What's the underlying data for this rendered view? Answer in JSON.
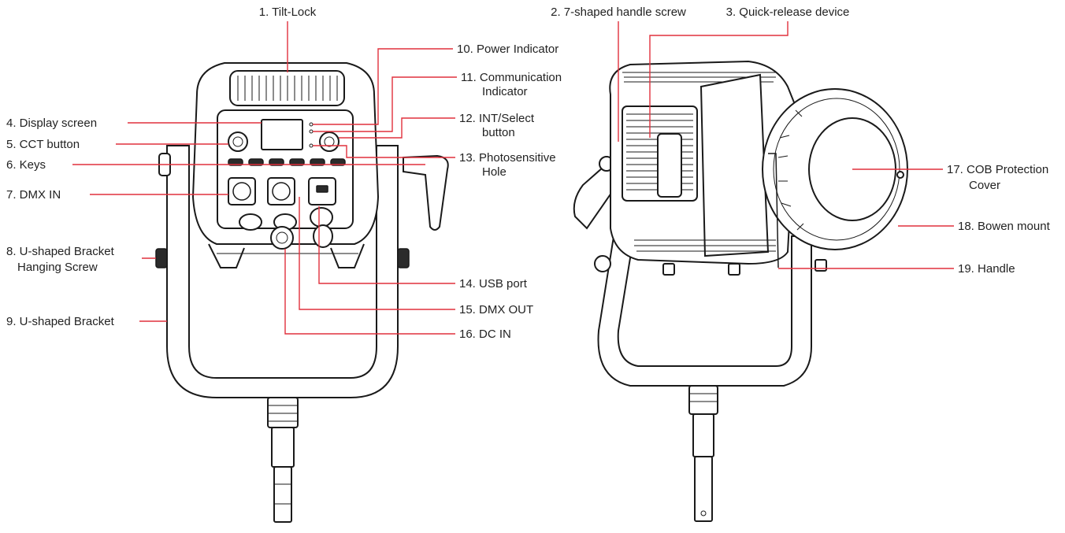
{
  "colors": {
    "leader": "#e0313d",
    "text": "#222222",
    "outline": "#1a1a1a"
  },
  "labels": {
    "l1": "1. Tilt-Lock",
    "l2": "2. 7-shaped handle screw",
    "l3": "3. Quick-release device",
    "l4": "4. Display screen",
    "l5": "5. CCT button",
    "l6": "6. Keys",
    "l7": "7. DMX IN",
    "l8a": "8. U-shaped Bracket",
    "l8b": "Hanging Screw",
    "l9": "9. U-shaped Bracket",
    "l10": "10. Power Indicator",
    "l11a": "11. Communication",
    "l11b": "Indicator",
    "l12a": "12. INT/Select",
    "l12b": "button",
    "l13a": "13. Photosensitive",
    "l13b": "Hole",
    "l14": "14. USB port",
    "l15": "15. DMX OUT",
    "l16": "16. DC IN",
    "l17a": "17. COB Protection",
    "l17b": "Cover",
    "l18": "18. Bowen mount",
    "l19": "19. Handle"
  }
}
